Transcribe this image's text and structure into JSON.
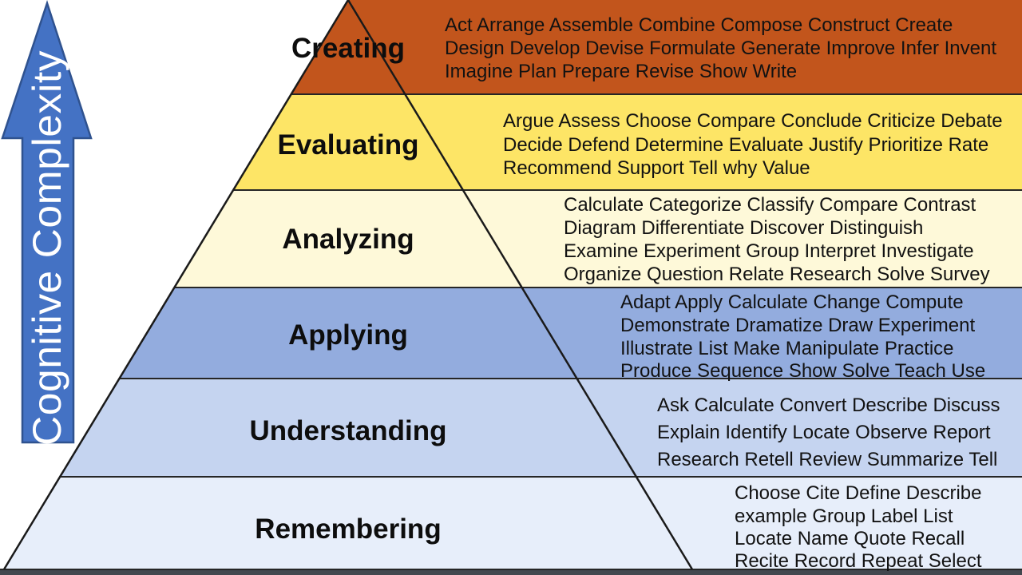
{
  "diagram": {
    "background": "#ffffff",
    "outline_color": "#1f1f1f",
    "text_color": "#0d0d0d",
    "bottom_bar_color": "#42484f"
  },
  "arrow": {
    "label": "Cognitive Complexity",
    "fill": "#4472C4",
    "border": "#2F528F",
    "text_color": "#ffffff"
  },
  "levels": [
    {
      "name": "Creating",
      "color": "#C2551C",
      "verbs": [
        "Act Arrange Assemble Combine Compose Construct Create",
        "Design Develop Devise Formulate Generate Improve Infer Invent",
        "Imagine Plan Prepare Revise Show Write"
      ]
    },
    {
      "name": "Evaluating",
      "color": "#FDE566",
      "verbs": [
        "Argue Assess Choose Compare Conclude Criticize Debate",
        "Decide Defend Determine Evaluate Justify Prioritize Rate",
        "Recommend Support Tell why Value"
      ]
    },
    {
      "name": "Analyzing",
      "color": "#FEF9D9",
      "verbs": [
        "Calculate Categorize Classify Compare Contrast",
        "Diagram Differentiate Discover Distinguish",
        "Examine Experiment Group Interpret Investigate",
        "Organize Question Relate Research Solve Survey"
      ]
    },
    {
      "name": "Applying",
      "color": "#93ACDE",
      "verbs": [
        "Adapt Apply Calculate Change Compute",
        "Demonstrate Dramatize Draw Experiment",
        "Illustrate List Make Manipulate Practice",
        "Produce Sequence Show Solve Teach Use"
      ]
    },
    {
      "name": "Understanding",
      "color": "#C5D4F0",
      "verbs": [
        "Ask Calculate Convert Describe Discuss",
        "Explain Identify Locate Observe Report",
        "Research Retell Review Summarize Tell"
      ]
    },
    {
      "name": "Remembering",
      "color": "#E7EEFA",
      "verbs": [
        "Choose Cite Define Describe",
        "example Group Label List",
        "Locate Name Quote Recall",
        "Recite Record Repeat Select"
      ]
    }
  ]
}
